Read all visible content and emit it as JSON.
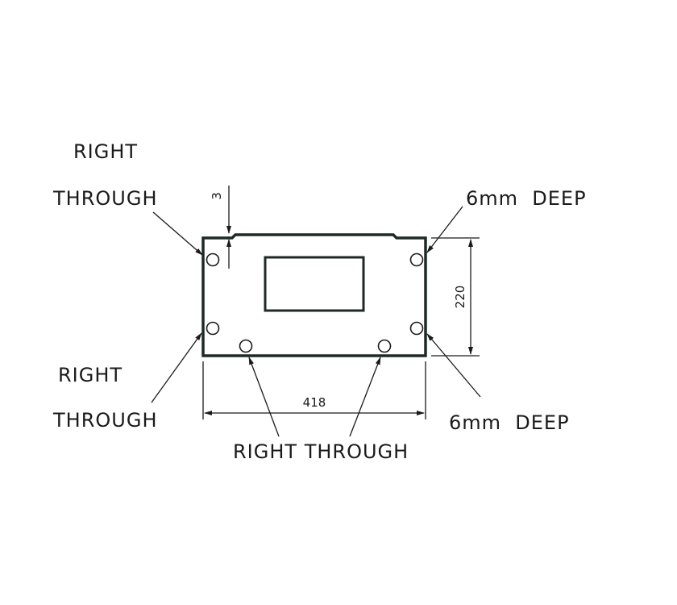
{
  "drawing": {
    "labels": {
      "top_left_line1": "RIGHT",
      "top_left_line2": "THROUGH",
      "top_right": "6mm  DEEP",
      "bottom_left_line1": "RIGHT",
      "bottom_left_line2": "THROUGH",
      "bottom_center": "RIGHT THROUGH",
      "bottom_right": "6mm  DEEP"
    },
    "dimensions": {
      "top_offset": "3",
      "height": "220",
      "width": "418"
    },
    "holes": [
      {
        "id": "top-left",
        "type": "through"
      },
      {
        "id": "top-right",
        "type": "6mm deep"
      },
      {
        "id": "mid-left",
        "type": "through"
      },
      {
        "id": "mid-right",
        "type": "6mm deep"
      },
      {
        "id": "bottom-left",
        "type": "through"
      },
      {
        "id": "bottom-right",
        "type": "through"
      }
    ],
    "colors": {
      "outline": "#1e2a26",
      "text": "#1a1a1a",
      "background": "#ffffff"
    }
  }
}
